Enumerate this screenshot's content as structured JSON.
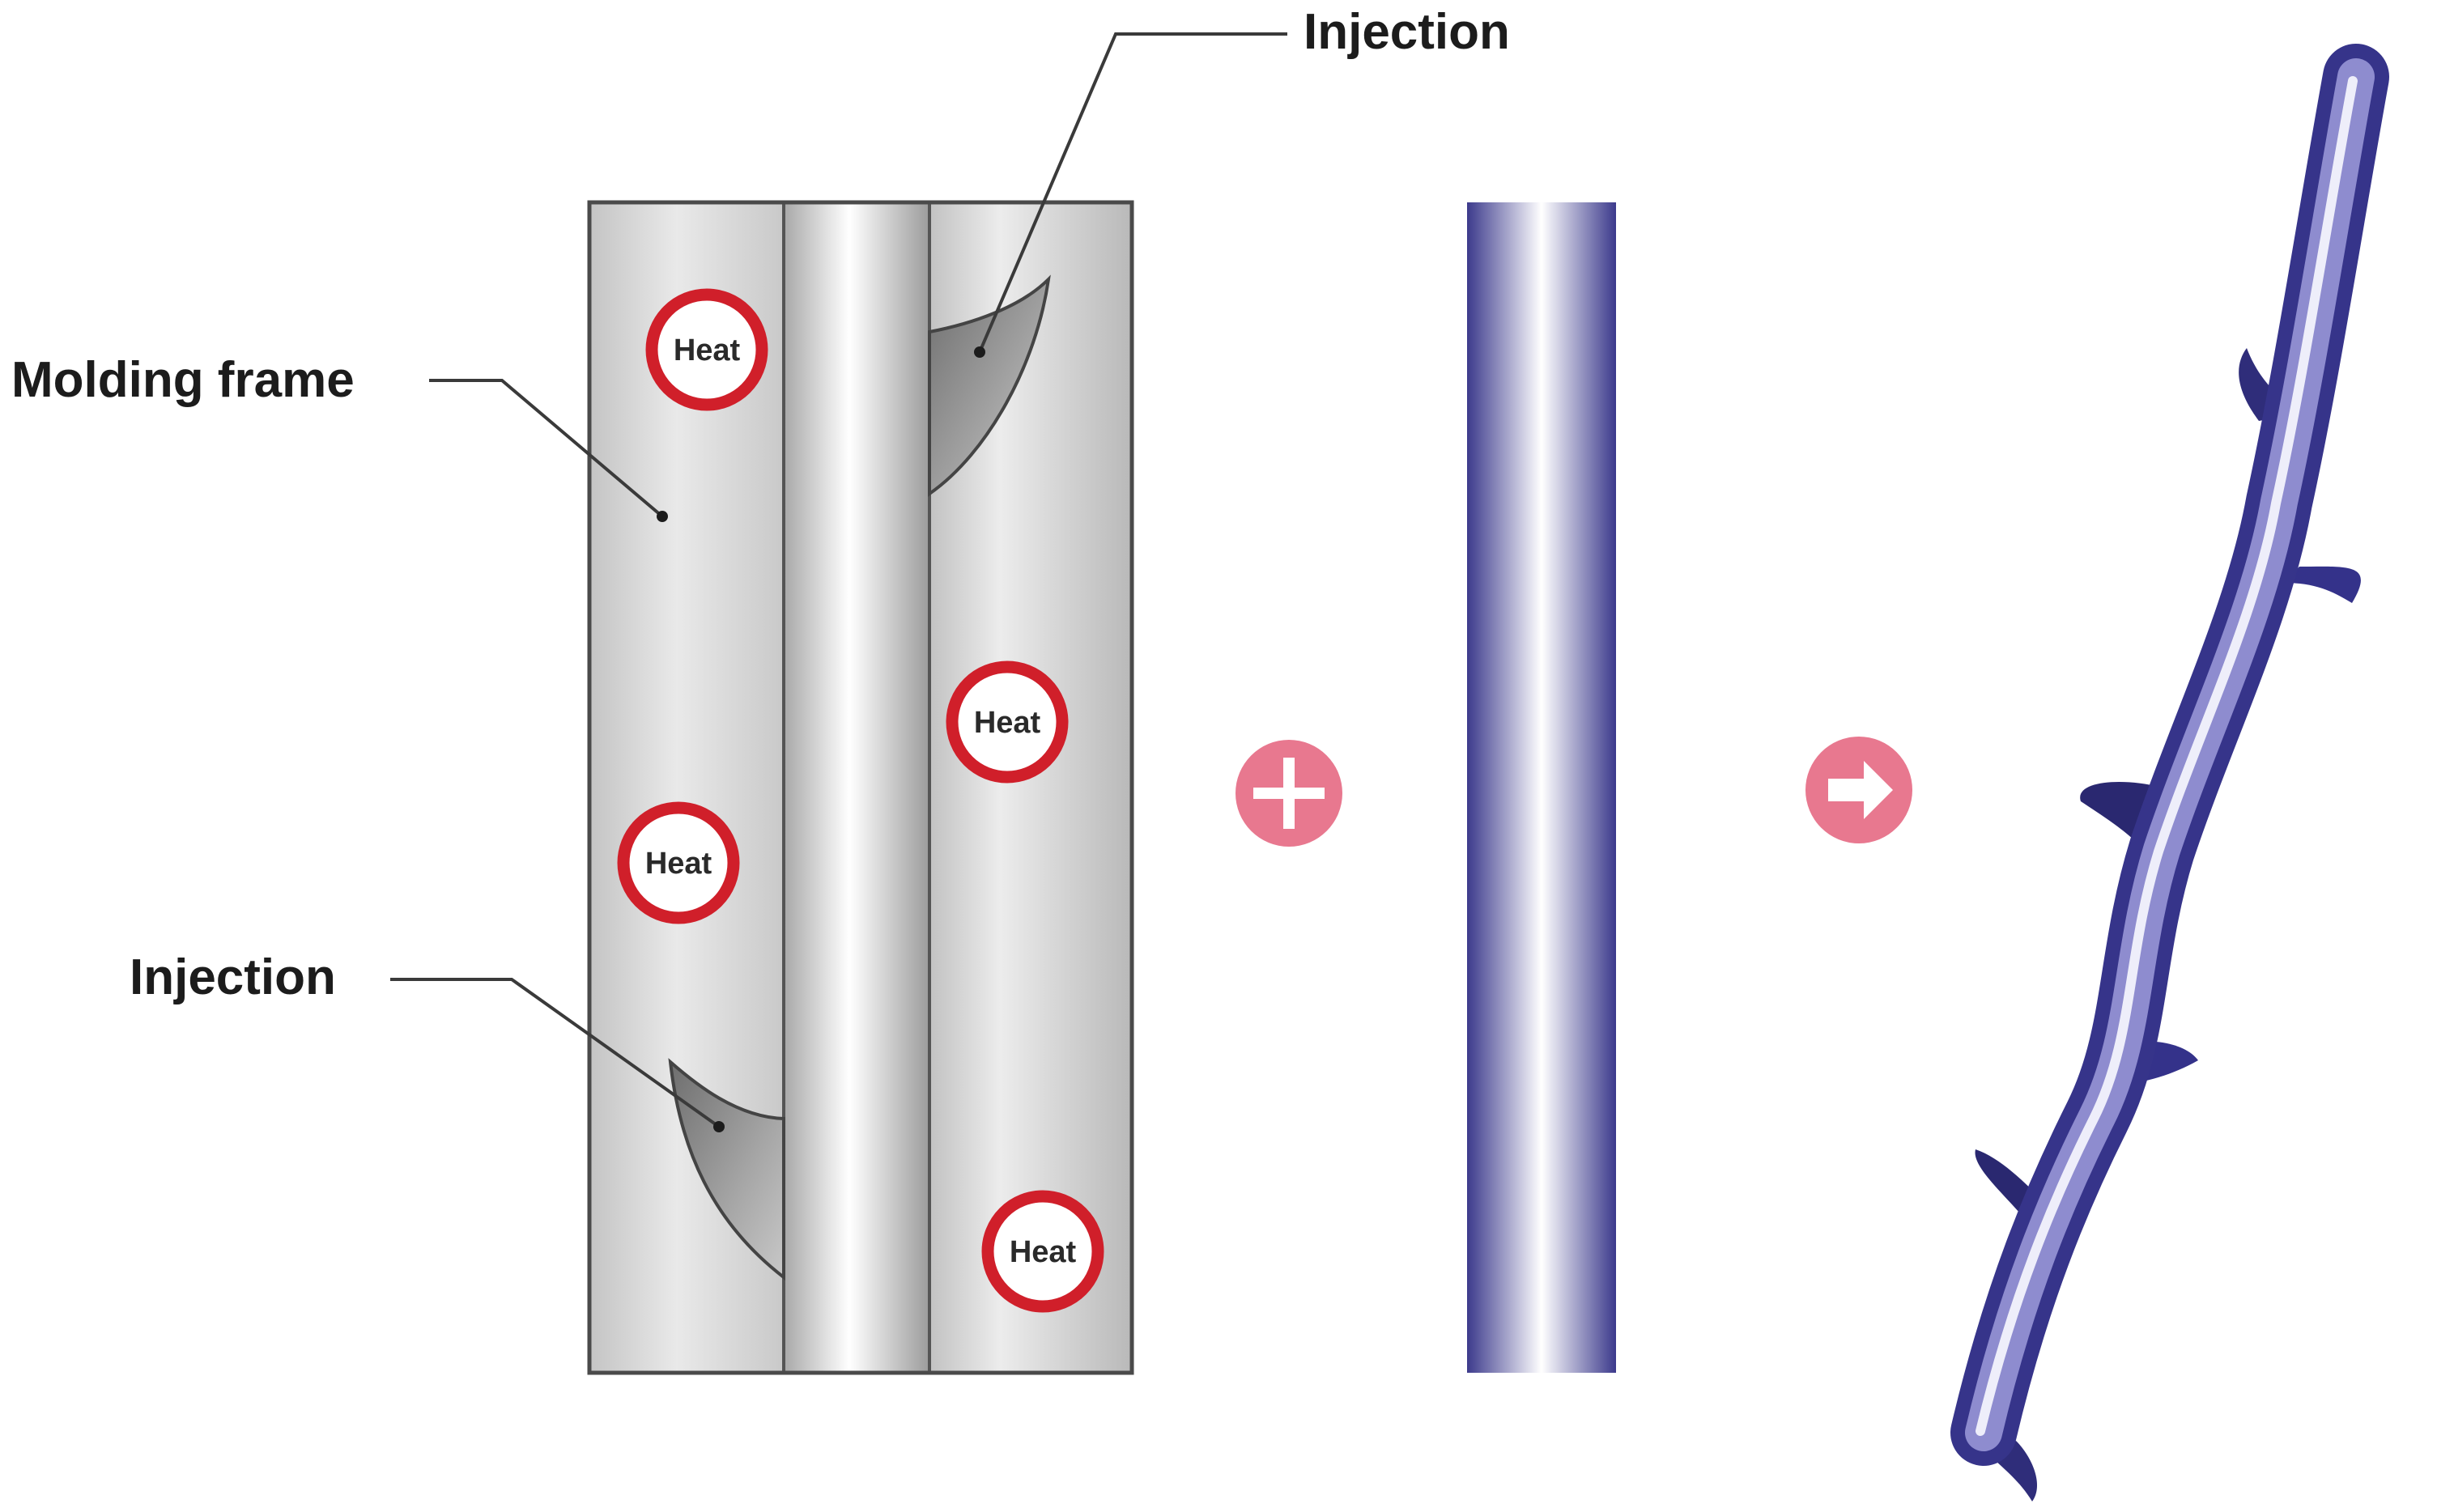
{
  "labels": {
    "injection_top": "Injection",
    "injection_bottom": "Injection",
    "molding_frame": "Molding frame"
  },
  "heat_markers": [
    "Heat",
    "Heat",
    "Heat",
    "Heat"
  ],
  "icons": {
    "plus": "plus-icon",
    "arrow": "arrow-right-icon"
  },
  "colors": {
    "heat_ring": "#d01f2a",
    "operator_circle": "#e8788f",
    "fiber_dark": "#3c3a8c",
    "fiber_mid": "#6b68b8",
    "frame_fill": "#d6d6d6",
    "frame_stroke": "#555555",
    "injection_fill": "#8a8a8a"
  }
}
